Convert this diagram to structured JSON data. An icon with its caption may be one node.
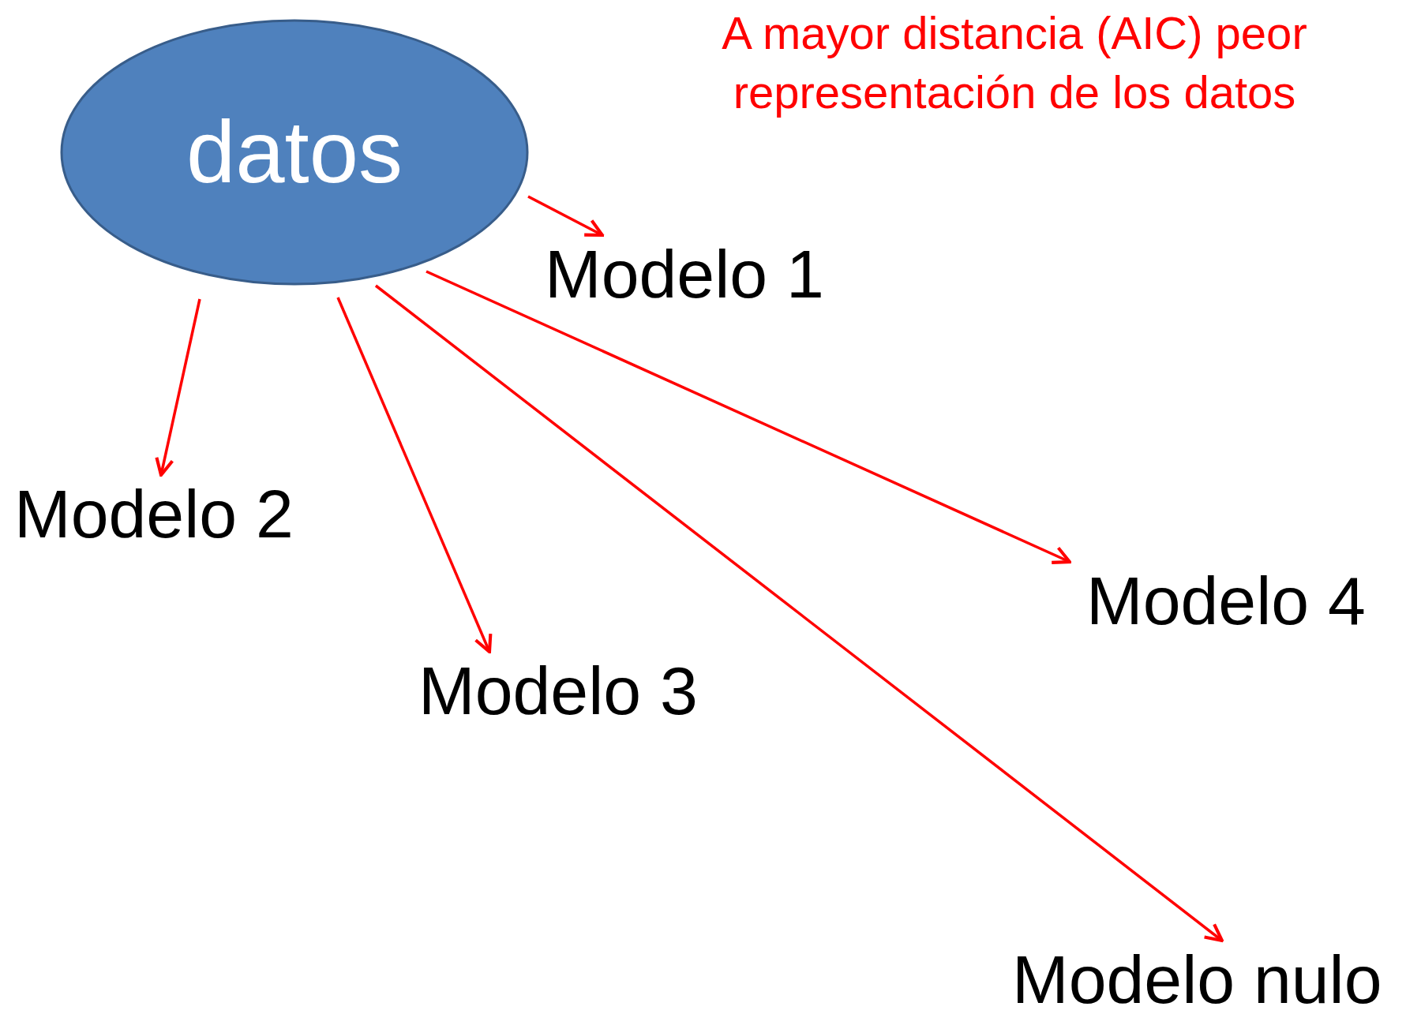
{
  "diagram": {
    "nodes": [
      {
        "text": [
          "datos"
        ]
      },
      {
        "text": [
          "Modelo 1"
        ]
      },
      {
        "text": [
          "Modelo 2"
        ]
      },
      {
        "text": [
          "Modelo 3"
        ]
      },
      {
        "text": [
          "Modelo 4"
        ]
      },
      {
        "text": [
          "Modelo nulo"
        ]
      }
    ],
    "edges": [
      {
        "from": 0,
        "to": 1,
        "arrow": "to"
      },
      {
        "from": 0,
        "to": 2,
        "arrow": "to"
      },
      {
        "from": 0,
        "to": 3,
        "arrow": "to"
      },
      {
        "from": 0,
        "to": 4,
        "arrow": "to"
      },
      {
        "from": 0,
        "to": 5,
        "arrow": "to"
      }
    ],
    "labels": [
      "A mayor distancia (AIC) peor representación de los datos"
    ]
  }
}
